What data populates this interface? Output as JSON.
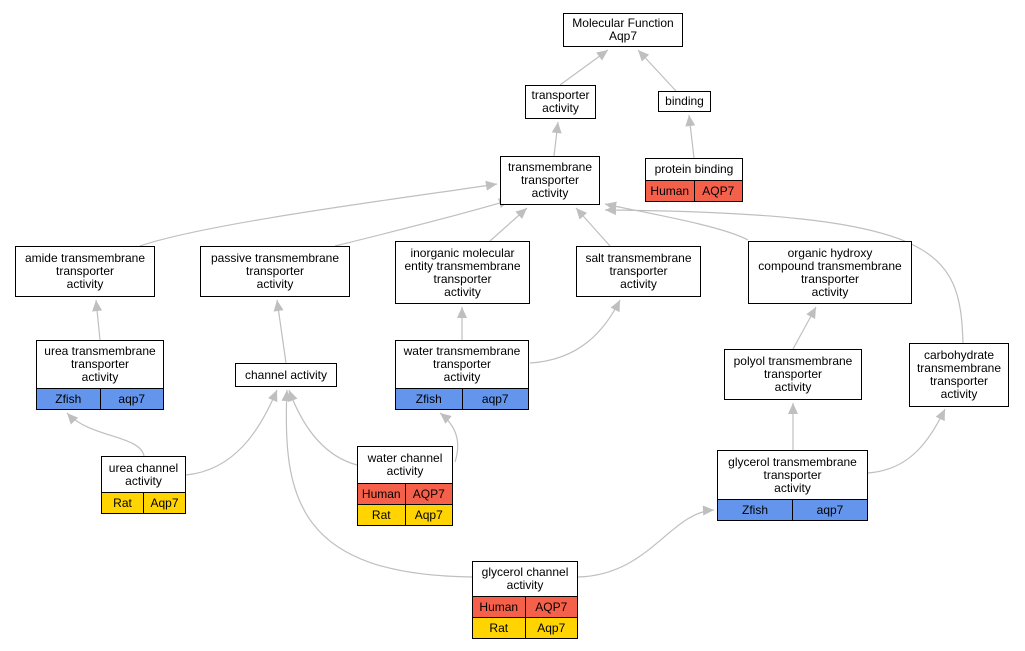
{
  "colors": {
    "edge": "#bfbfbf",
    "Human": "#f5604b",
    "Rat": "#ffd400",
    "Zfish": "#6495ed"
  },
  "nodes": {
    "mf": {
      "label": "Molecular Function\nAqp7",
      "rows": []
    },
    "transporter": {
      "label": "transporter\nactivity",
      "rows": []
    },
    "binding": {
      "label": "binding",
      "rows": []
    },
    "tm_transporter": {
      "label": "transmembrane\ntransporter\nactivity",
      "rows": []
    },
    "protein_binding": {
      "label": "protein binding",
      "rows": [
        [
          "Human",
          "AQP7"
        ]
      ]
    },
    "amide": {
      "label": "amide transmembrane\ntransporter\nactivity",
      "rows": []
    },
    "passive": {
      "label": "passive transmembrane\ntransporter\nactivity",
      "rows": []
    },
    "inorganic": {
      "label": "inorganic molecular\nentity transmembrane\ntransporter\nactivity",
      "rows": []
    },
    "salt": {
      "label": "salt transmembrane\ntransporter\nactivity",
      "rows": []
    },
    "organic_hydroxy": {
      "label": "organic hydroxy\ncompound transmembrane\ntransporter\nactivity",
      "rows": []
    },
    "urea_tm": {
      "label": "urea transmembrane\ntransporter\nactivity",
      "rows": [
        [
          "Zfish",
          "aqp7"
        ]
      ]
    },
    "channel": {
      "label": "channel activity",
      "rows": []
    },
    "water_tm": {
      "label": "water transmembrane\ntransporter\nactivity",
      "rows": [
        [
          "Zfish",
          "aqp7"
        ]
      ]
    },
    "polyol": {
      "label": "polyol transmembrane\ntransporter\nactivity",
      "rows": []
    },
    "carbohydrate": {
      "label": "carbohydrate\ntransmembrane\ntransporter\nactivity",
      "rows": []
    },
    "urea_channel": {
      "label": "urea channel\nactivity",
      "rows": [
        [
          "Rat",
          "Aqp7"
        ]
      ]
    },
    "water_channel": {
      "label": "water channel\nactivity",
      "rows": [
        [
          "Human",
          "AQP7"
        ],
        [
          "Rat",
          "Aqp7"
        ]
      ]
    },
    "glycerol_tm": {
      "label": "glycerol transmembrane\ntransporter\nactivity",
      "rows": [
        [
          "Zfish",
          "aqp7"
        ]
      ]
    },
    "glycerol_channel": {
      "label": "glycerol channel\nactivity",
      "rows": [
        [
          "Human",
          "AQP7"
        ],
        [
          "Rat",
          "Aqp7"
        ]
      ]
    }
  },
  "edges": [
    [
      "transporter",
      "mf"
    ],
    [
      "binding",
      "mf"
    ],
    [
      "tm_transporter",
      "transporter"
    ],
    [
      "protein_binding",
      "binding"
    ],
    [
      "amide",
      "tm_transporter"
    ],
    [
      "passive",
      "tm_transporter"
    ],
    [
      "inorganic",
      "tm_transporter"
    ],
    [
      "salt",
      "tm_transporter"
    ],
    [
      "organic_hydroxy",
      "tm_transporter"
    ],
    [
      "carbohydrate",
      "tm_transporter"
    ],
    [
      "urea_tm",
      "amide"
    ],
    [
      "channel",
      "passive"
    ],
    [
      "water_tm",
      "inorganic"
    ],
    [
      "water_tm",
      "salt"
    ],
    [
      "polyol",
      "organic_hydroxy"
    ],
    [
      "urea_channel",
      "urea_tm"
    ],
    [
      "urea_channel",
      "channel"
    ],
    [
      "water_channel",
      "water_tm"
    ],
    [
      "water_channel",
      "channel"
    ],
    [
      "glycerol_tm",
      "polyol"
    ],
    [
      "glycerol_tm",
      "carbohydrate"
    ],
    [
      "glycerol_channel",
      "channel"
    ],
    [
      "glycerol_channel",
      "glycerol_tm"
    ]
  ]
}
